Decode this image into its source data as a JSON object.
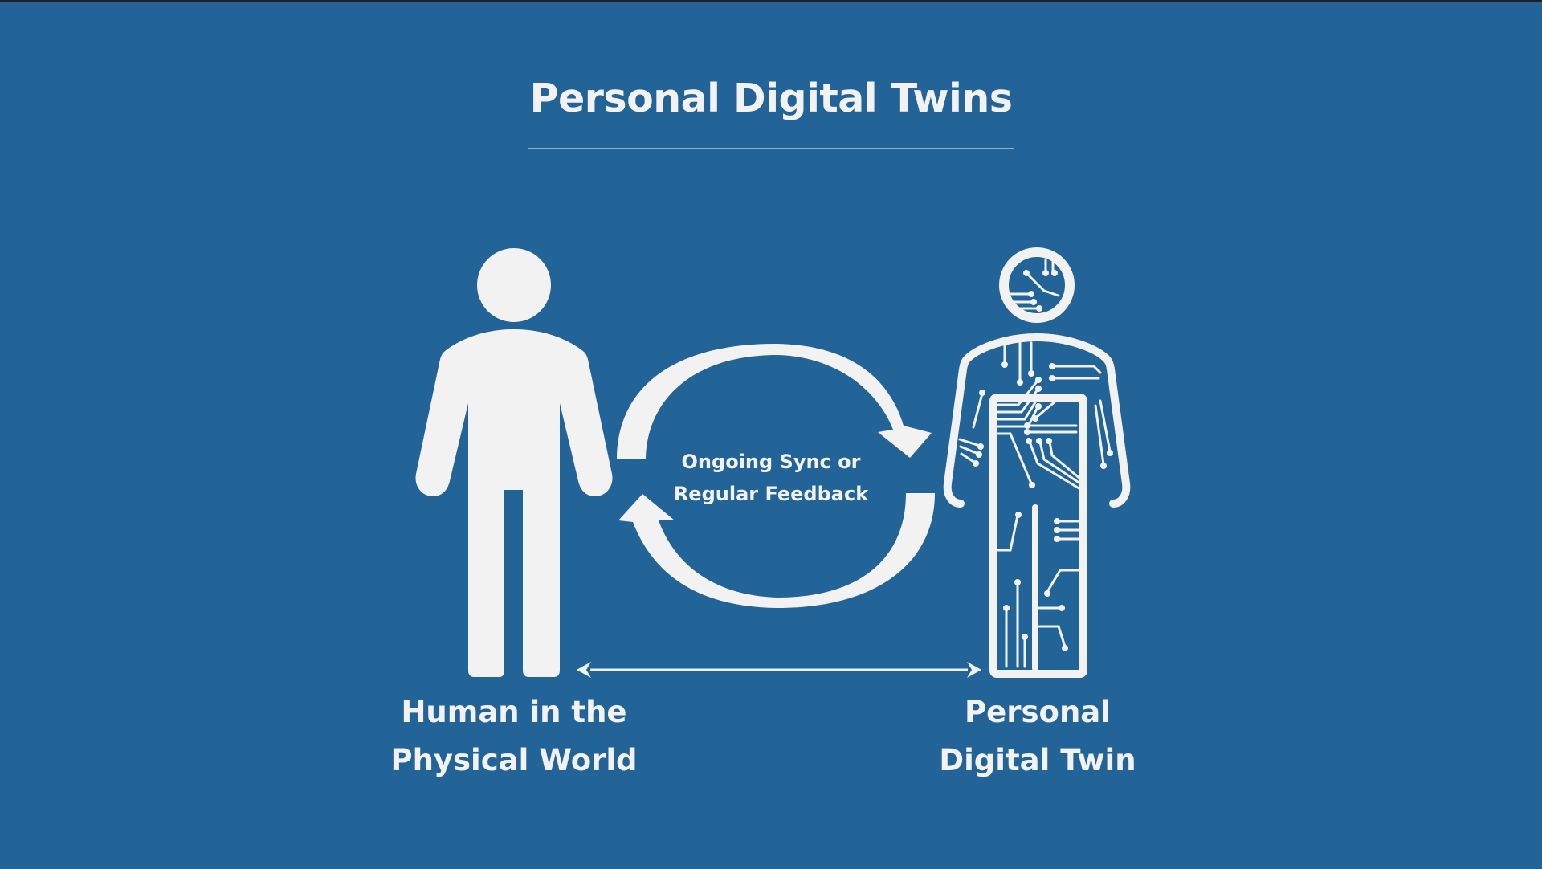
{
  "title": "Personal Digital Twins",
  "cycle": {
    "label_lines": [
      "Ongoing Sync or",
      "Regular Feedback"
    ]
  },
  "entities": {
    "human": {
      "label_lines": [
        "Human in the",
        "Physical World"
      ],
      "icon": "person-icon"
    },
    "twin": {
      "label_lines": [
        "Personal",
        "Digital Twin"
      ],
      "icon": "circuit-person-icon"
    }
  },
  "connector": {
    "type": "double-arrow",
    "between": [
      "human",
      "twin"
    ]
  },
  "colors": {
    "background": "#236498",
    "foreground": "#f2f2f2",
    "rule": "#8fb0cc"
  }
}
